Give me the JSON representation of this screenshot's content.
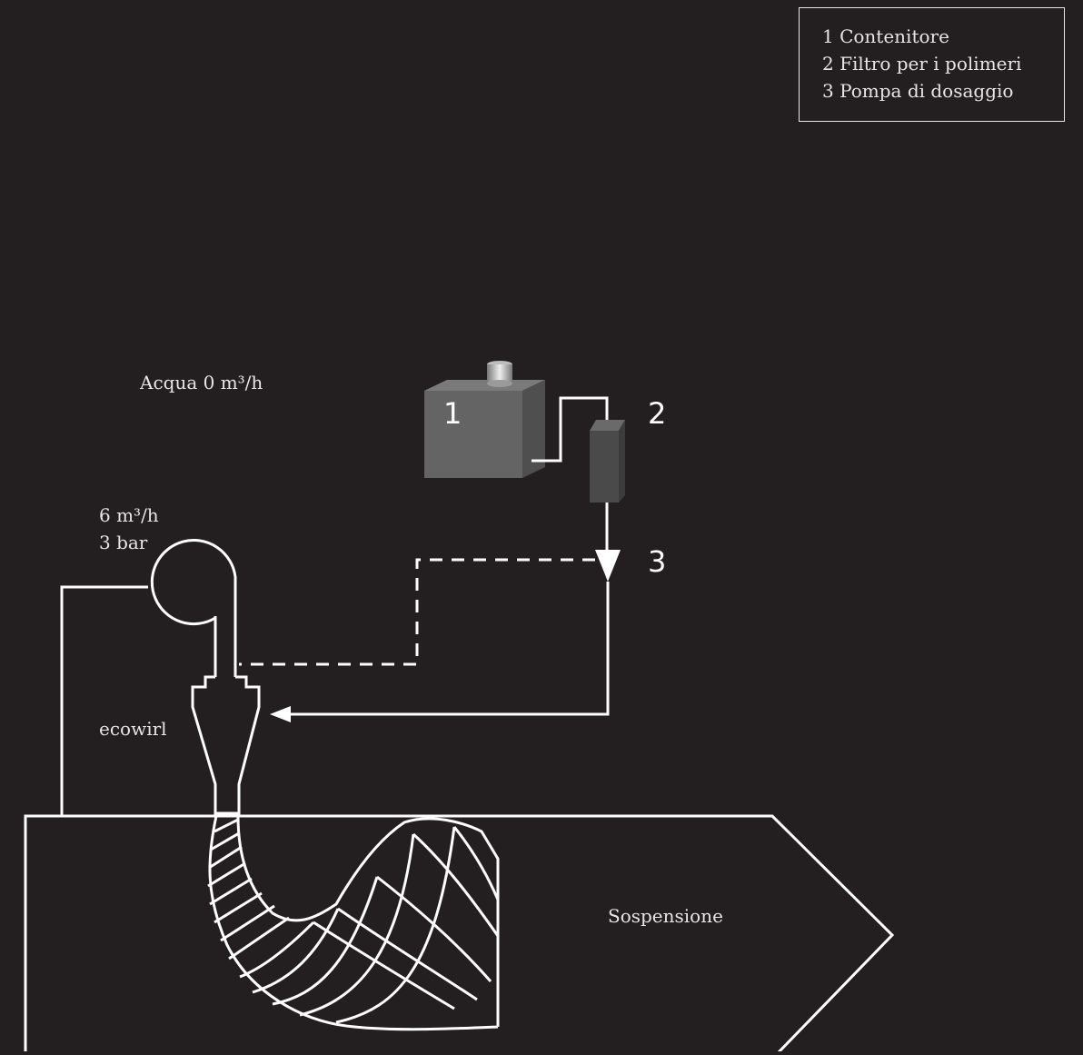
{
  "legend": {
    "items": [
      "1 Contenitore",
      "2 Filtro per i polimeri",
      "3 Pompa di dosaggio"
    ]
  },
  "labels": {
    "water": "Acqua 0 m³/h",
    "flow": "6 m³/h",
    "pressure": "3 bar",
    "device": "ecowirl",
    "suspension": "Sospensione"
  },
  "callouts": {
    "container": "1",
    "filter": "2",
    "pump": "3"
  },
  "colors": {
    "background": "#231f20",
    "lines": "#ffffff",
    "container": "#646464",
    "filter": "#4a4a4a"
  }
}
